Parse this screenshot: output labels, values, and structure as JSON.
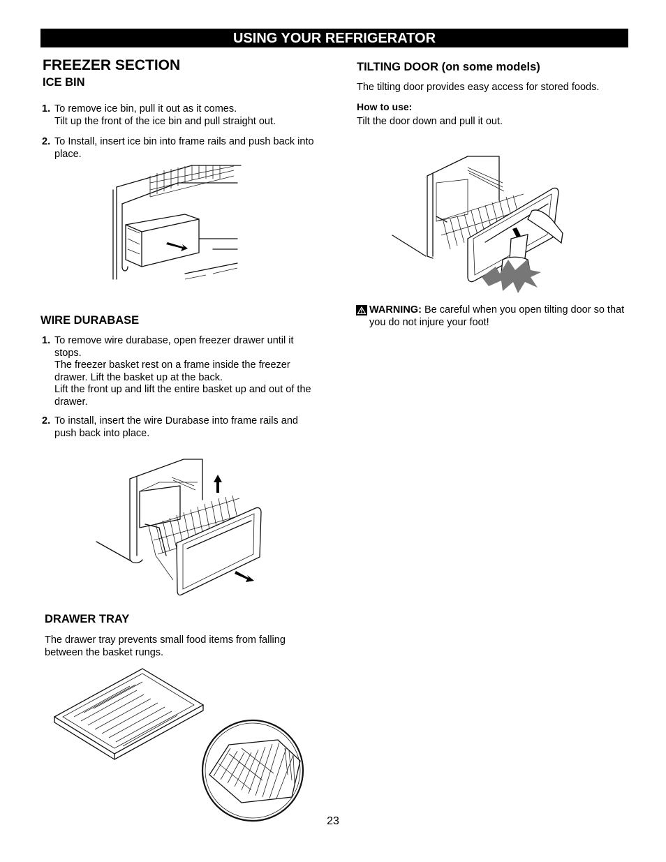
{
  "header": {
    "title": "USING YOUR REFRIGERATOR"
  },
  "freezer": {
    "title": "FREEZER SECTION",
    "ice_bin": {
      "title": "ICE BIN",
      "steps": [
        {
          "num": "1.",
          "text": "To remove ice bin, pull it out as it comes.",
          "text2": "Tilt up the front of the ice bin and pull straight out."
        },
        {
          "num": "2.",
          "text": "To Install, insert ice bin into frame rails and push back into place."
        }
      ]
    },
    "wire_durabase": {
      "title": "WIRE DURABASE",
      "steps": [
        {
          "num": "1.",
          "text": "To remove wire durabase, open freezer drawer until it stops.",
          "text2": "The freezer basket rest on a frame inside the freezer drawer.  Lift the basket up at the back.",
          "text3": "Lift the front up and lift the entire basket up and out of the drawer."
        },
        {
          "num": "2.",
          "text": "To install, insert the wire Durabase into frame rails and push back into place."
        }
      ]
    },
    "drawer_tray": {
      "title": "DRAWER TRAY",
      "description": "The drawer tray prevents small food items from falling between the basket rungs."
    }
  },
  "tilting_door": {
    "title": "TILTING DOOR (on some models)",
    "description": "The tilting door provides easy access for stored foods.",
    "how_to_use_label": "How to use:",
    "how_to_use_text": "Tilt the door down and pull it out.",
    "warning_label": "WARNING:",
    "warning_text": "Be careful when you open tilting door so that you do not injure your foot!"
  },
  "page_number": "23"
}
